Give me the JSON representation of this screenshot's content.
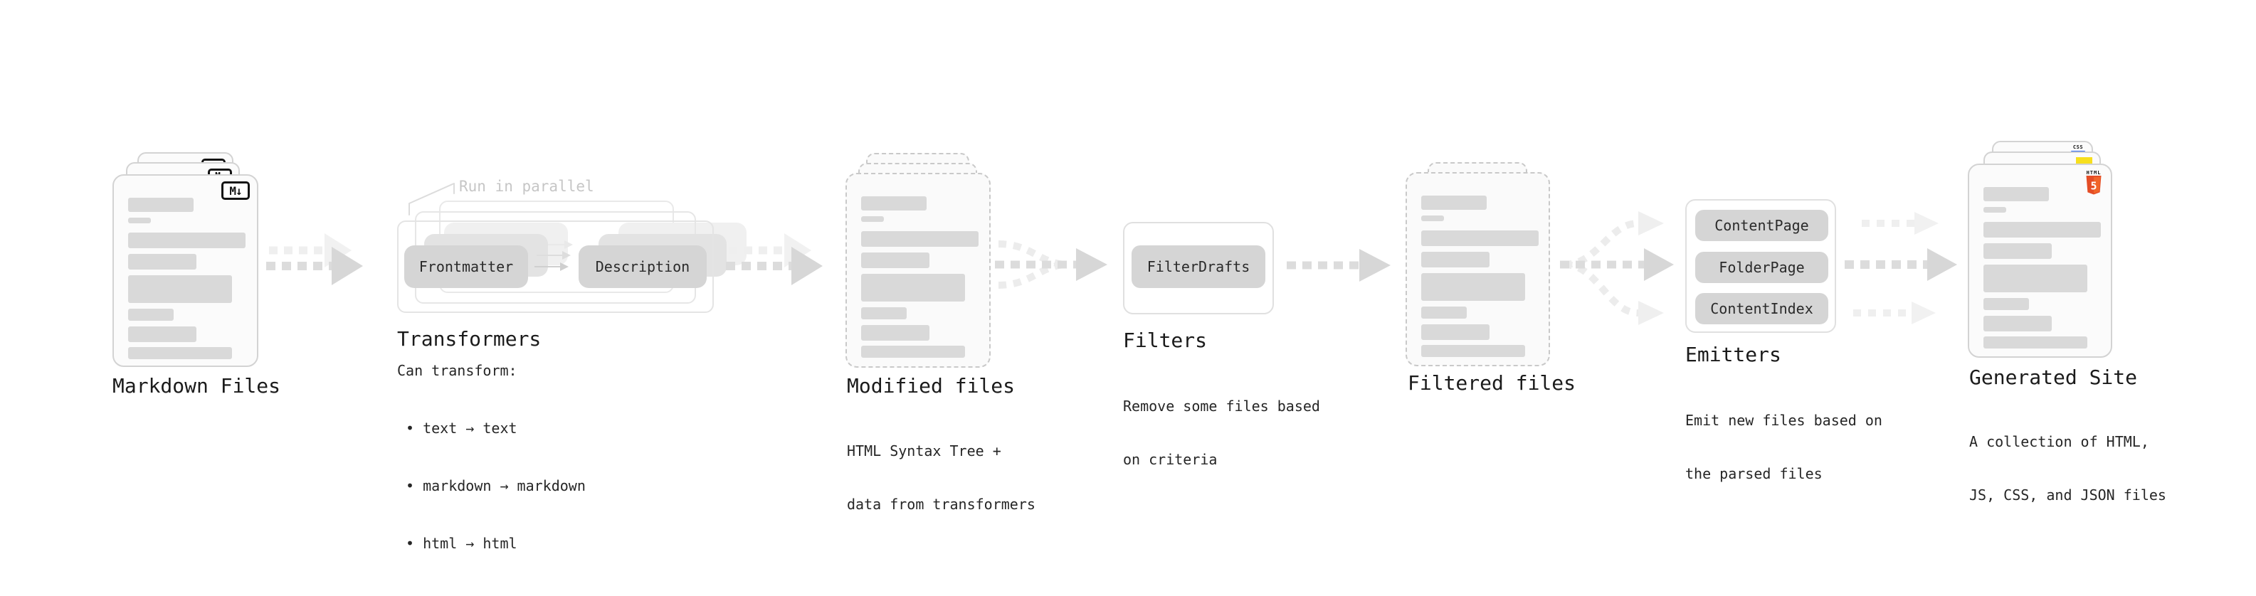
{
  "diagram": {
    "markdown_files": {
      "title": "Markdown Files",
      "file_badge": "M↓"
    },
    "transformers": {
      "title": "Transformers",
      "annotation": "Run in parallel",
      "pill_left": "Frontmatter",
      "pill_right": "Description",
      "desc_heading": "Can transform:",
      "bullets": [
        "• text → text",
        "• markdown → markdown",
        "• html → html"
      ]
    },
    "modified_files": {
      "title": "Modified files",
      "desc": [
        "HTML Syntax Tree +",
        "data from transformers"
      ]
    },
    "filters": {
      "title": "Filters",
      "pill": "FilterDrafts",
      "desc": [
        "Remove some files based",
        "on criteria"
      ]
    },
    "filtered_files": {
      "title": "Filtered files"
    },
    "emitters": {
      "title": "Emitters",
      "pills": [
        "ContentPage",
        "FolderPage",
        "ContentIndex"
      ],
      "desc": [
        "Emit new files based on",
        "the parsed files"
      ]
    },
    "generated_site": {
      "title": "Generated Site",
      "desc": [
        "A collection of HTML,",
        "JS, CSS, and JSON files"
      ],
      "badges": {
        "css_label": "CSS",
        "html_label": "HTML",
        "html_number": "5"
      }
    }
  },
  "colors": {
    "css_blue": "#2965f1",
    "js_yellow": "#f7df1e",
    "html5_orange": "#e44d26",
    "html5_orange_light": "#f16529",
    "arrow_gray": "#d7d7d7",
    "arrow_ghost": "#efefef",
    "annotation_gray": "#c6c6c6"
  }
}
